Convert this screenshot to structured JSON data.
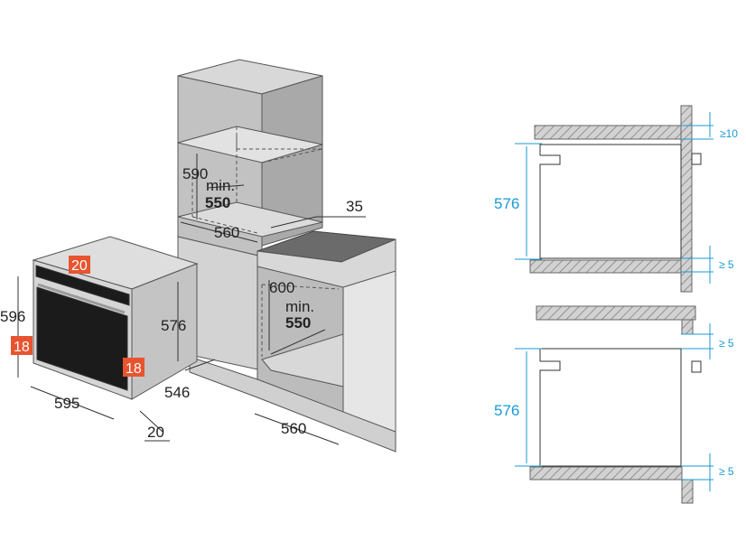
{
  "colors": {
    "badge": "#e8542f",
    "cyan_dim": "#1a9ad6",
    "cabinet": "#bcbcbc",
    "cabinet_light": "#e4e4e4",
    "countertop": "#6b6b6b",
    "oven_glass": "#1b1b1b"
  },
  "oven": {
    "badge_top": "20",
    "badge_left": "18",
    "badge_right": "18",
    "height": "596",
    "width": "595",
    "depth": "546",
    "body_height": "576",
    "front_offset": "20"
  },
  "tall_cabinet": {
    "height": "590",
    "min_label": "min.",
    "min_value": "550",
    "width": "560"
  },
  "base_cabinet": {
    "countertop": "35",
    "height": "600",
    "min_label": "min.",
    "min_value": "550",
    "width": "560"
  },
  "section_top": {
    "height": "576",
    "gap_top": "≥10",
    "gap_bottom": "≥ 5"
  },
  "section_bottom": {
    "height": "576",
    "gap_top": "≥ 5",
    "gap_bottom": "≥ 5"
  }
}
